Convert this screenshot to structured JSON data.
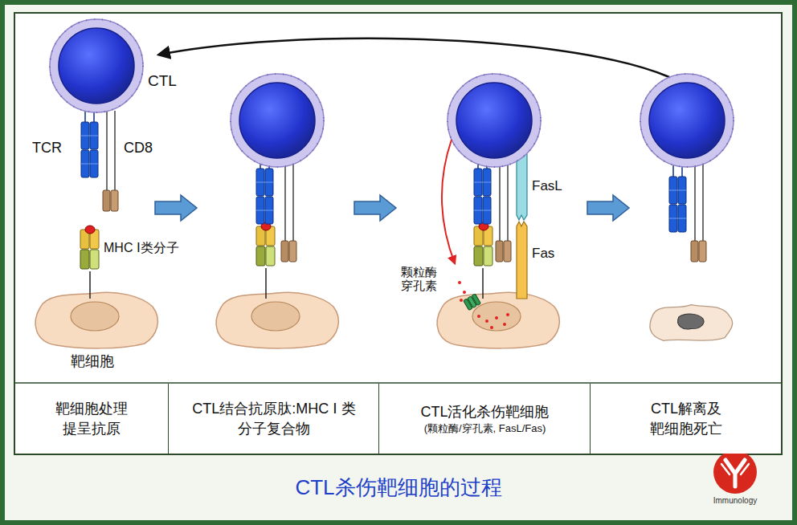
{
  "diagram": {
    "title": "CTL杀伤靶细胞的过程",
    "nodes": [
      {
        "text": [
          "靶细胞处理 提呈抗原"
        ]
      },
      {
        "text": [
          "CTL结合抗原肽:MHC Ⅰ 类分子复合物"
        ]
      },
      {
        "text": [
          "CTL活化杀伤靶细胞",
          "(颗粒酶/穿孔素, FasL/Fas)"
        ]
      },
      {
        "text": [
          "CTL解离及 靶细胞死亡"
        ]
      }
    ],
    "labels": [
      "CTL",
      "TCR",
      "CD8",
      "MHC Ⅰ类分子",
      "靶细胞",
      "FasL",
      "Fas",
      "颗粒酶 穿孔素",
      "Immunology"
    ]
  }
}
